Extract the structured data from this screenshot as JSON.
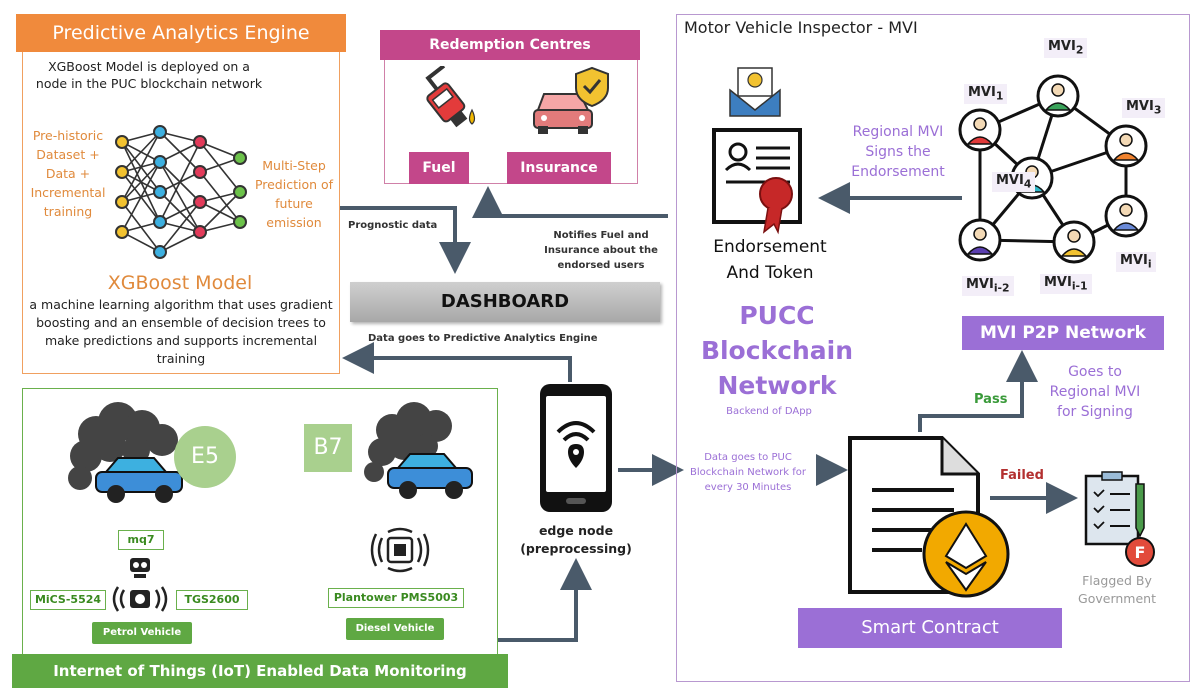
{
  "predictive": {
    "header": "Predictive Analytics Engine",
    "deploy_text": "XGBoost Model is deployed on a node in the PUC blockchain network",
    "left_text": "Pre-historic Dataset + Data + Incremental training",
    "right_text": "Multi-Step Prediction of future emission",
    "model_title": "XGBoost Model",
    "model_desc": "a machine learning algorithm that uses gradient boosting and an ensemble of decision trees to make predictions and supports incremental training"
  },
  "redemption": {
    "header": "Redemption Centres",
    "fuel": "Fuel",
    "insurance": "Insurance"
  },
  "flows": {
    "prognostic": "Prognostic data",
    "notifies": "Notifies Fuel and Insurance about the endorsed users",
    "data_predictive": "Data goes to Predictive Analytics Engine",
    "data_blockchain": "Data goes to PUC Blockchain Network for every 30 Minutes",
    "regional_signs": "Regional MVI Signs the Endorsement",
    "pass": "Pass",
    "failed": "Failed",
    "goes_regional": "Goes to Regional MVI for Signing"
  },
  "dashboard": {
    "label": "DASHBOARD"
  },
  "mvi": {
    "section_title": "Motor Vehicle Inspector - MVI",
    "endorsement": "Endorsement And Token",
    "pucc_title": "PUCC Blockchain Network",
    "backend": "Backend of DApp",
    "p2p": "MVI P2P Network",
    "nodes": [
      {
        "base": "MVI",
        "sub": "1"
      },
      {
        "base": "MVI",
        "sub": "2"
      },
      {
        "base": "MVI",
        "sub": "3"
      },
      {
        "base": "MVI",
        "sub": "4"
      },
      {
        "base": "MVI",
        "sub": "i-2"
      },
      {
        "base": "MVI",
        "sub": "i-1"
      },
      {
        "base": "MVI",
        "sub": "i"
      }
    ],
    "smart_contract": "Smart Contract",
    "flagged": "Flagged By Government"
  },
  "iot": {
    "footer": "Internet of Things (IoT) Enabled Data Monitoring",
    "e5": "E5",
    "b7": "B7",
    "mq7": "mq7",
    "mics": "MiCS-5524",
    "tgs": "TGS2600",
    "plantower": "Plantower PMS5003",
    "petrol": "Petrol Vehicle",
    "diesel": "Diesel Vehicle"
  },
  "edge": {
    "label": "edge node (preprocessing)"
  },
  "colors": {
    "orange": "#f08a3c",
    "pink": "#c3478a",
    "purple": "#9b6fd6",
    "green": "#5fa843",
    "arrow": "#4a5a6a"
  }
}
